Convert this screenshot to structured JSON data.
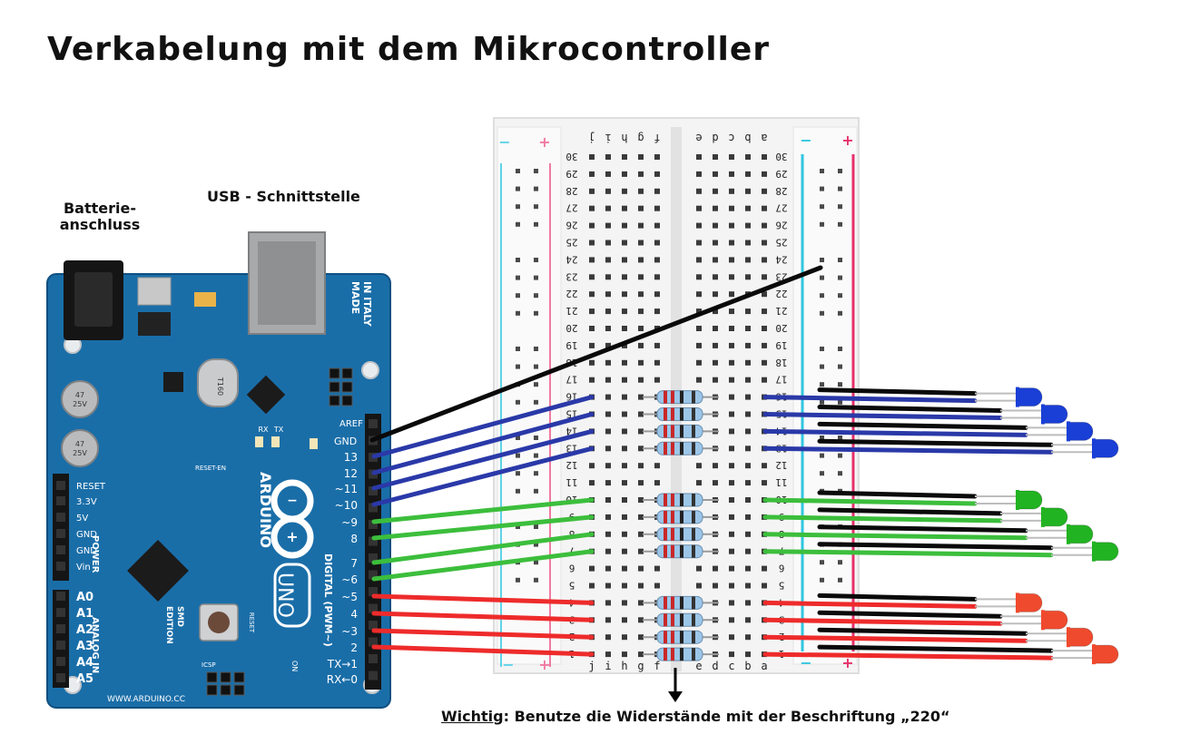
{
  "title": "Verkabelung mit dem Mikrocontroller",
  "labels": {
    "battery_line1": "Batterie-",
    "battery_line2": "anschluss",
    "usb": "USB - Schnittstelle"
  },
  "note": {
    "emphasis": "Wichtig",
    "text": ": Benutze die Widerstände mit der Beschriftung „220“"
  },
  "arduino": {
    "made_in": [
      "MADE",
      "IN ITALY"
    ],
    "brand": "ARDUINO",
    "model": "UNO",
    "smd": [
      "SMD",
      "EDITION"
    ],
    "website": "WWW.ARDUINO.CC",
    "digital_label": "DIGITAL (PWM~)",
    "power_label": "POWER",
    "analog_label": "ANALOG IN",
    "aref": "AREF",
    "gnd": "GND",
    "icsp": "ICSP",
    "on": "ON",
    "reset_en": "RESET-EN",
    "tx": "TX",
    "rx": "RX",
    "reset_btn": "RESET",
    "crystal": "T160",
    "cap_val": [
      "47",
      "25V"
    ],
    "digital_pins": [
      "13",
      "12",
      "~11",
      "~10",
      "~9",
      "8",
      "7",
      "~6",
      "~5",
      "4",
      "~3",
      "2",
      "TX→1",
      "RX←0"
    ],
    "power_pins": [
      "RESET",
      "3.3V",
      "5V",
      "GND",
      "GND",
      "Vin"
    ],
    "analog_pins": [
      "A0",
      "A1",
      "A2",
      "A3",
      "A4",
      "A5"
    ]
  },
  "breadboard": {
    "cols_left": [
      "j",
      "i",
      "h",
      "g",
      "f"
    ],
    "cols_right": [
      "e",
      "d",
      "c",
      "b",
      "a"
    ],
    "rows": [
      "30",
      "29",
      "28",
      "27",
      "26",
      "25",
      "24",
      "23",
      "22",
      "21",
      "20",
      "19",
      "18",
      "17",
      "16",
      "15",
      "14",
      "13",
      "12",
      "11",
      "10",
      "9",
      "8",
      "7",
      "6",
      "5",
      "4",
      "3",
      "2",
      "1"
    ],
    "rail_minus": "−",
    "rail_plus": "+"
  },
  "wiring": {
    "blue_rows": [
      16,
      15,
      14,
      13
    ],
    "green_rows": [
      10,
      9,
      8,
      7
    ],
    "red_rows": [
      4,
      3,
      2,
      1
    ],
    "colors": {
      "blue": "#2a39a8",
      "green": "#3cbe3c",
      "red": "#ee2b2b",
      "black": "#0a0a0a",
      "board": "#1a6ea8",
      "led_blue": "#1a3fd6",
      "led_green": "#22b322",
      "led_red": "#f04a2e"
    }
  }
}
